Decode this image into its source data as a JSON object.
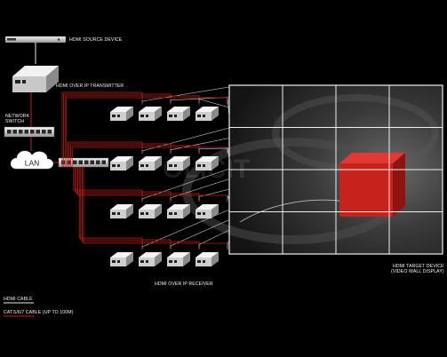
{
  "labels": {
    "source": "HDMI SOURCE DEVICE",
    "transmitter": "HDMI OVER IP TRANSMITTER",
    "network_switch_line1": "NETWORK",
    "network_switch_line2": "SWITCH",
    "lan": "LAN",
    "receiver": "HDMI OVER IP RECEIVER",
    "target_line1": "HDMI TARGET DEVICE",
    "target_line2": "(VIDEO WALL DISPLAY)",
    "watermark": "OLICIT"
  },
  "legend": {
    "hdmi_cable": "HDMI CABLE",
    "cat_cable": "CAT.5/6/7 CABLE (UP TO 100M)"
  },
  "colors": {
    "background": "#000000",
    "hdmi_cable": "#e8e8e8",
    "cat_cable": "#c0201c",
    "device_body": "#d9d9d9"
  },
  "video_wall": {
    "rows": 4,
    "cols": 4
  },
  "receiver_groups": 4,
  "receivers_per_group": 4
}
